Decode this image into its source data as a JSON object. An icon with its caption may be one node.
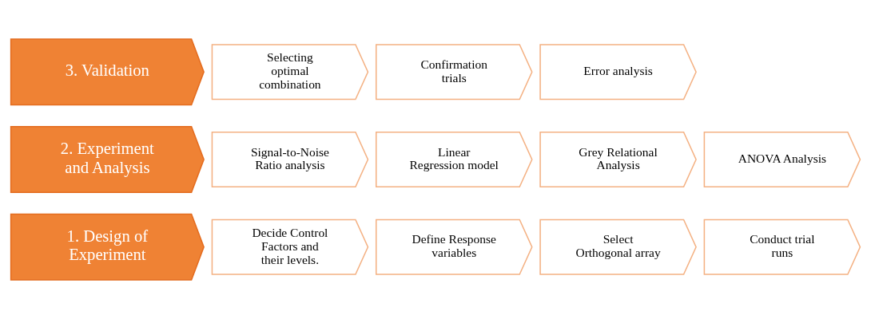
{
  "diagram": {
    "nodes": [
      {
        "text": [
          "1. Design of Experiment"
        ]
      },
      {
        "text": [
          "Decide Control Factors and their levels."
        ]
      },
      {
        "text": [
          "Define Response variables"
        ]
      },
      {
        "text": [
          "Select Orthogonal array"
        ]
      },
      {
        "text": [
          "Conduct trial runs"
        ]
      },
      {
        "text": [
          "2. Experiment and Analysis"
        ]
      },
      {
        "text": [
          "Signal-to-Noise Ratio analysis"
        ]
      },
      {
        "text": [
          "Linear Regression model"
        ]
      },
      {
        "text": [
          "Grey Relational Analysis"
        ]
      },
      {
        "text": [
          "ANOVA Analysis"
        ]
      },
      {
        "text": [
          "3. Validation"
        ]
      },
      {
        "text": [
          "Selecting optimal combination"
        ]
      },
      {
        "text": [
          "Confirmation trials"
        ]
      },
      {
        "text": [
          "Error analysis"
        ]
      }
    ]
  }
}
